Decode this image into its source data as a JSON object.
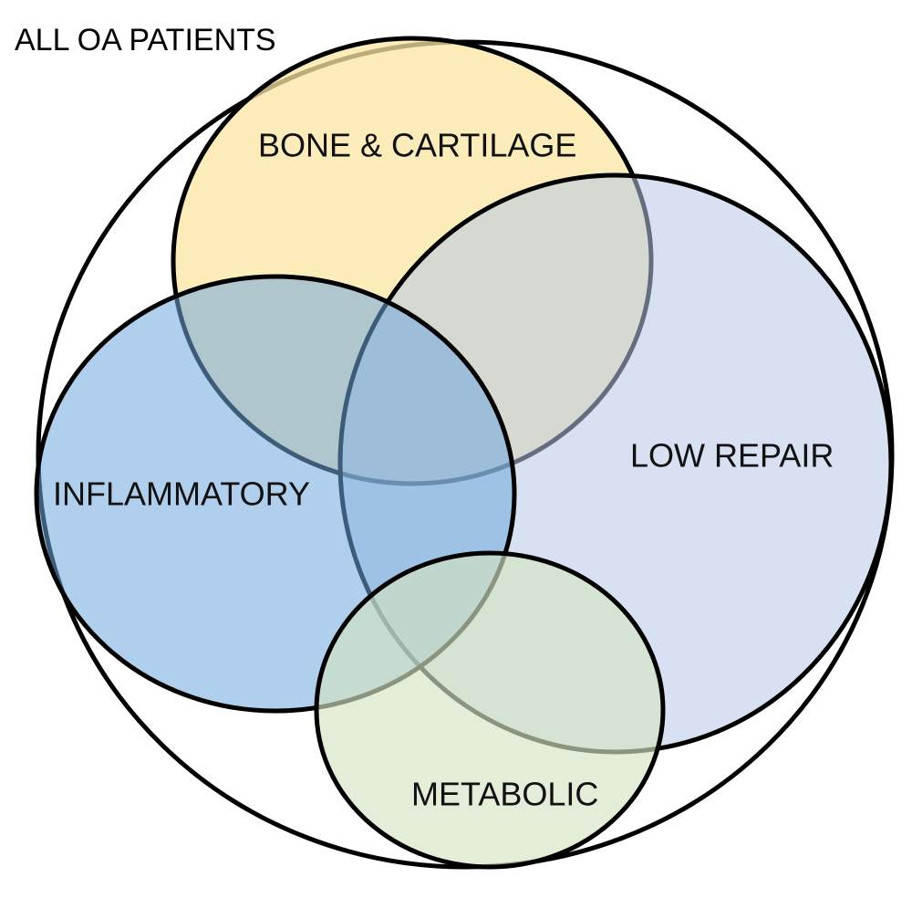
{
  "diagram": {
    "type": "venn",
    "population_label": "ALL OA PATIENTS",
    "sets": [
      {
        "id": "bone_cartilage",
        "label": "BONE & CARTILAGE",
        "color": "#FBE5A3"
      },
      {
        "id": "low_repair",
        "label": "LOW REPAIR",
        "color": "#B6C8E6"
      },
      {
        "id": "inflammatory",
        "label": "INFLAMMATORY",
        "color": "#6FA8DC"
      },
      {
        "id": "metabolic",
        "label": "METABOLIC",
        "color": "#D4E4C2"
      }
    ],
    "outline_color": "#000000"
  }
}
